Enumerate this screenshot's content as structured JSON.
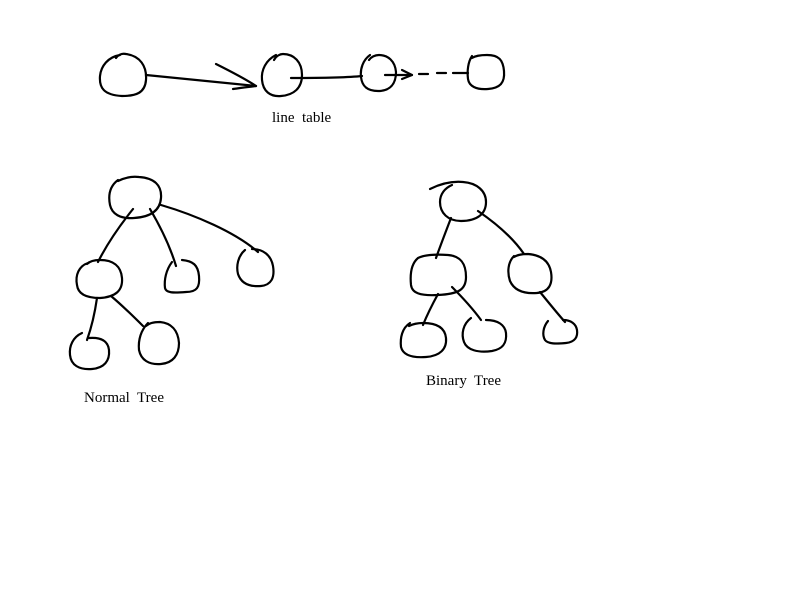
{
  "diagrams": {
    "linked_list": {
      "label": "line  table",
      "node_count": 4,
      "arrow_count": 2,
      "has_dashed_link": true
    },
    "normal_tree": {
      "label": "Normal  Tree",
      "node_count": 6,
      "edge_count": 5
    },
    "binary_tree": {
      "label": "Binary  Tree",
      "node_count": 6,
      "edge_count": 5
    }
  },
  "colors": {
    "ink": "#000000",
    "background": "#ffffff"
  }
}
